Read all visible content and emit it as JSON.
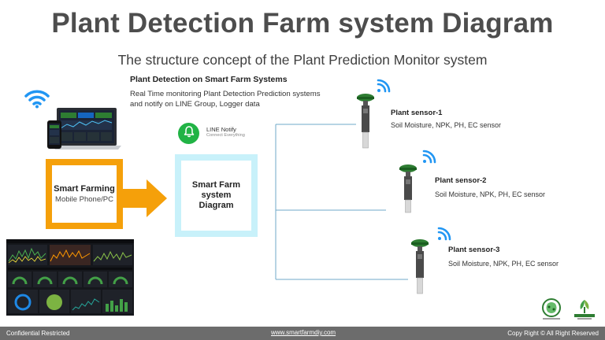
{
  "header": {
    "title": "Plant Detection Farm system Diagram",
    "subtitle": "The structure concept of the Plant Prediction Monitor system"
  },
  "intro": {
    "heading": "Plant Detection on Smart Farm Systems",
    "body": "Real Time monitoring Plant Detection Prediction systems and notify on LINE Group, Logger data"
  },
  "line_notify": {
    "title": "LINE Notify",
    "subtitle": "Connect Everything",
    "icon": "bell-icon",
    "color": "#21b345"
  },
  "smart_farming": {
    "title": "Smart Farming",
    "subtitle": "Mobile Phone/PC",
    "border_color": "#f5a00a"
  },
  "system_box": {
    "label": "Smart Farm system Diagram",
    "border_color": "#c8f1fa"
  },
  "sensors": [
    {
      "title": "Plant sensor-1",
      "desc": "Soil Moisture, NPK, PH, EC sensor"
    },
    {
      "title": "Plant sensor-2",
      "desc": "Soil Moisture, NPK, PH, EC sensor"
    },
    {
      "title": "Plant sensor-3",
      "desc": "Soil Moisture, NPK, PH, EC sensor"
    }
  ],
  "colors": {
    "wifi": "#2196f3",
    "connector": "#6fa8c8",
    "footer_bg": "#6c6c6c"
  },
  "footer": {
    "left": "Confidential Restricted",
    "center": "www.smartfarmdiy.com",
    "right": "Copy Right © All Right Reserved"
  }
}
